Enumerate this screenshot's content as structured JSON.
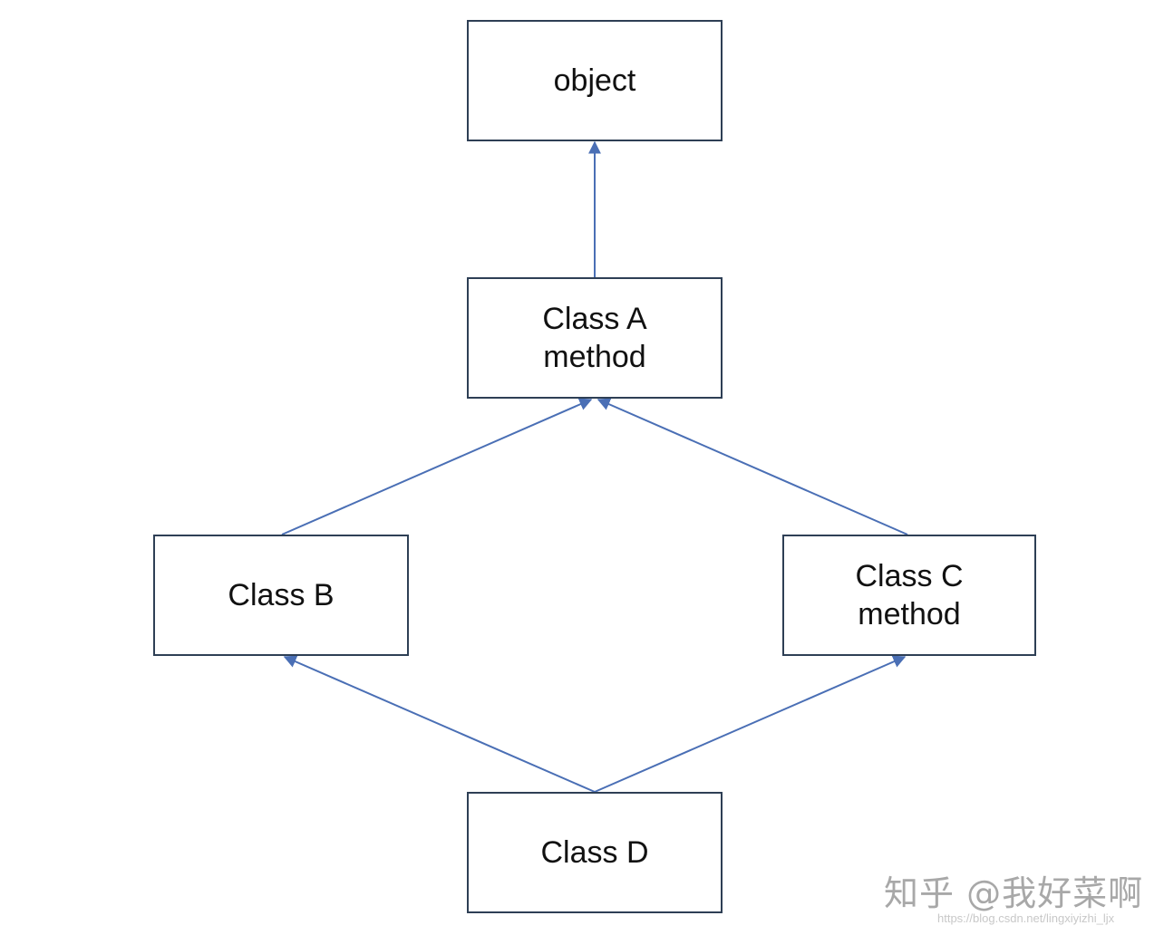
{
  "diagram": {
    "nodes": {
      "object": {
        "lines": [
          "object"
        ]
      },
      "class_a": {
        "lines": [
          "Class A",
          "method"
        ]
      },
      "class_b": {
        "lines": [
          "Class B"
        ]
      },
      "class_c": {
        "lines": [
          "Class C",
          "method"
        ]
      },
      "class_d": {
        "lines": [
          "Class D"
        ]
      }
    },
    "edges": [
      {
        "from": "class_a",
        "to": "object"
      },
      {
        "from": "class_b",
        "to": "class_a"
      },
      {
        "from": "class_c",
        "to": "class_a"
      },
      {
        "from": "class_d",
        "to": "class_b"
      },
      {
        "from": "class_d",
        "to": "class_c"
      }
    ],
    "colors": {
      "edge": "#4a6fb5",
      "box_border": "#2e3f55"
    }
  },
  "watermark": {
    "text": "知乎 @我好菜啊",
    "url": "https://blog.csdn.net/lingxiyizhi_ljx"
  }
}
